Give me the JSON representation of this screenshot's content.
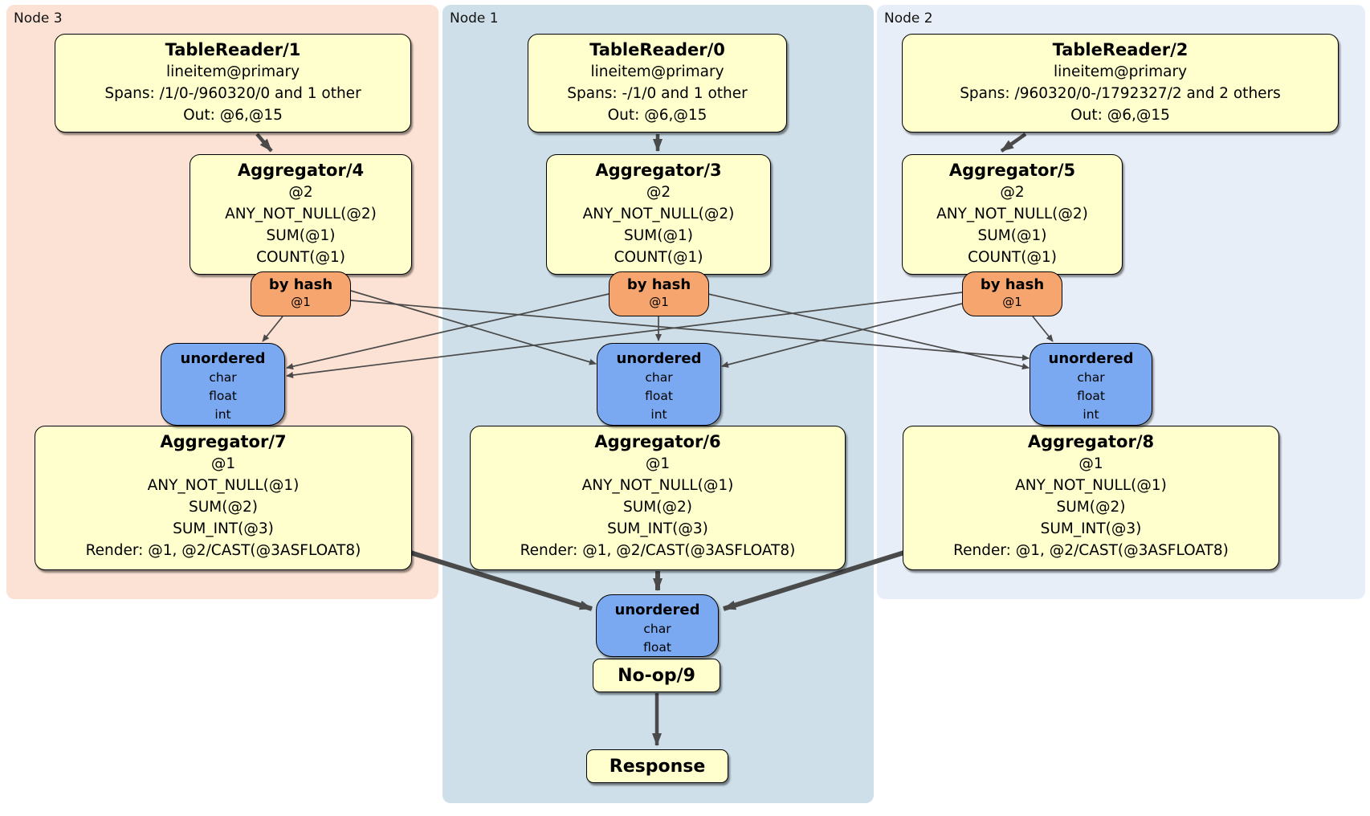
{
  "colors": {
    "node3_bg": "#fce2d4",
    "node1_bg": "#cedfe9",
    "node2_bg": "#e8eef8",
    "processor_fill": "#ffffce",
    "router_fill": "#f5a56d",
    "sync_fill": "#7aa9f1",
    "edge_color": "#4a4a4a",
    "border_color": "#000000"
  },
  "regions": {
    "node3": {
      "label": "Node 3"
    },
    "node1": {
      "label": "Node 1"
    },
    "node2": {
      "label": "Node 2"
    }
  },
  "processors": {
    "tr1": {
      "title": "TableReader/1",
      "lines": [
        "lineitem@primary",
        "Spans: /1/0-/960320/0 and 1 other",
        "Out: @6,@15"
      ]
    },
    "tr0": {
      "title": "TableReader/0",
      "lines": [
        "lineitem@primary",
        "Spans: -/1/0 and 1 other",
        "Out: @6,@15"
      ]
    },
    "tr2": {
      "title": "TableReader/2",
      "lines": [
        "lineitem@primary",
        "Spans: /960320/0-/1792327/2 and 2 others",
        "Out: @6,@15"
      ]
    },
    "ag4": {
      "title": "Aggregator/4",
      "lines": [
        "@2",
        "ANY_NOT_NULL(@2)",
        "SUM(@1)",
        "COUNT(@1)"
      ]
    },
    "ag3": {
      "title": "Aggregator/3",
      "lines": [
        "@2",
        "ANY_NOT_NULL(@2)",
        "SUM(@1)",
        "COUNT(@1)"
      ]
    },
    "ag5": {
      "title": "Aggregator/5",
      "lines": [
        "@2",
        "ANY_NOT_NULL(@2)",
        "SUM(@1)",
        "COUNT(@1)"
      ]
    },
    "ag7": {
      "title": "Aggregator/7",
      "lines": [
        "@1",
        "ANY_NOT_NULL(@1)",
        "SUM(@2)",
        "SUM_INT(@3)",
        "Render: @1, @2/CAST(@3ASFLOAT8)"
      ]
    },
    "ag6": {
      "title": "Aggregator/6",
      "lines": [
        "@1",
        "ANY_NOT_NULL(@1)",
        "SUM(@2)",
        "SUM_INT(@3)",
        "Render: @1, @2/CAST(@3ASFLOAT8)"
      ]
    },
    "ag8": {
      "title": "Aggregator/8",
      "lines": [
        "@1",
        "ANY_NOT_NULL(@1)",
        "SUM(@2)",
        "SUM_INT(@3)",
        "Render: @1, @2/CAST(@3ASFLOAT8)"
      ]
    },
    "noop": {
      "title": "No-op/9"
    },
    "response": {
      "title": "Response"
    }
  },
  "routers": {
    "hash3": {
      "title": "by hash",
      "detail": "@1"
    },
    "hash1": {
      "title": "by hash",
      "detail": "@1"
    },
    "hash2": {
      "title": "by hash",
      "detail": "@1"
    }
  },
  "syncs": {
    "sync3": {
      "title": "unordered",
      "columns": [
        "char",
        "float",
        "int"
      ]
    },
    "sync1": {
      "title": "unordered",
      "columns": [
        "char",
        "float",
        "int"
      ]
    },
    "sync2": {
      "title": "unordered",
      "columns": [
        "char",
        "float",
        "int"
      ]
    },
    "syncFinal": {
      "title": "unordered",
      "columns": [
        "char",
        "float"
      ]
    }
  },
  "edges": [
    {
      "from": "tr1",
      "to": "ag4"
    },
    {
      "from": "tr0",
      "to": "ag3"
    },
    {
      "from": "tr2",
      "to": "ag5"
    },
    {
      "from": "ag4",
      "to": "hash3"
    },
    {
      "from": "ag3",
      "to": "hash1"
    },
    {
      "from": "ag5",
      "to": "hash2"
    },
    {
      "from": "hash3",
      "to": "sync3"
    },
    {
      "from": "hash3",
      "to": "sync1"
    },
    {
      "from": "hash3",
      "to": "sync2"
    },
    {
      "from": "hash1",
      "to": "sync3"
    },
    {
      "from": "hash1",
      "to": "sync1"
    },
    {
      "from": "hash1",
      "to": "sync2"
    },
    {
      "from": "hash2",
      "to": "sync3"
    },
    {
      "from": "hash2",
      "to": "sync1"
    },
    {
      "from": "hash2",
      "to": "sync2"
    },
    {
      "from": "sync3",
      "to": "ag7"
    },
    {
      "from": "sync1",
      "to": "ag6"
    },
    {
      "from": "sync2",
      "to": "ag8"
    },
    {
      "from": "ag7",
      "to": "syncFinal"
    },
    {
      "from": "ag6",
      "to": "syncFinal"
    },
    {
      "from": "ag8",
      "to": "syncFinal"
    },
    {
      "from": "syncFinal",
      "to": "noop"
    },
    {
      "from": "noop",
      "to": "response"
    }
  ]
}
